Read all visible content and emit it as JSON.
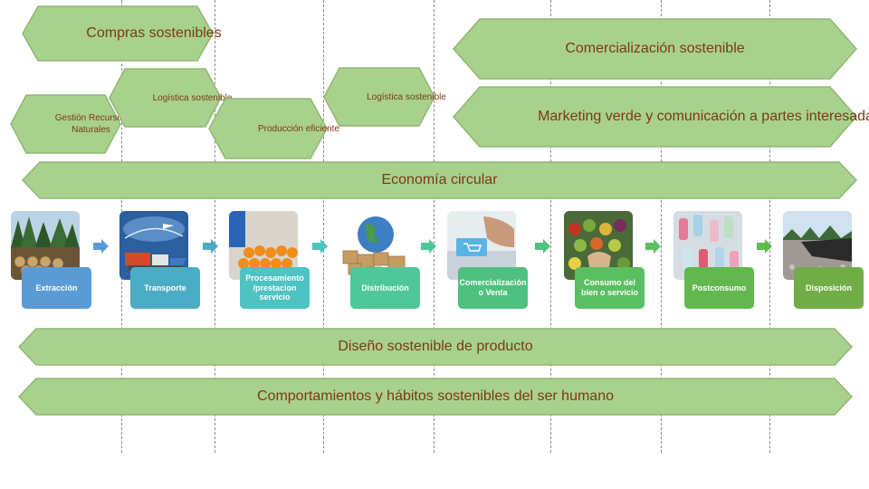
{
  "top_labels": {
    "compras": "Compras sostenibles",
    "gestion": "Gestión Recursos Naturales",
    "logistica1": "Logística sostenible",
    "produccion": "Producción eficiente",
    "logistica2": "Logística sostenible",
    "comercializacion": "Comercialización sostenible",
    "marketing": "Marketing verde y comunicación a partes interesadas",
    "economia": "Economía circular"
  },
  "stages": [
    {
      "label": "Extracción",
      "color": "#5b9bd5"
    },
    {
      "label": "Transporte",
      "color": "#4bacc6"
    },
    {
      "label": "Procesamiento /prestacion servicio",
      "color": "#4fc2c2"
    },
    {
      "label": "Distribución",
      "color": "#4ec79a"
    },
    {
      "label": "Comercialización o Venta",
      "color": "#4fc07f"
    },
    {
      "label": "Consumo del bien o servicio",
      "color": "#5abf60"
    },
    {
      "label": "Postconsumo",
      "color": "#62b84e"
    },
    {
      "label": "Disposición",
      "color": "#70ad47"
    }
  ],
  "bottom_labels": {
    "diseno": "Diseño sostenible de producto",
    "comportamientos": "Comportamientos y hábitos sostenibles del ser humano"
  },
  "colors": {
    "hex_fill": "#a9d18e",
    "hex_stroke": "#8fb873",
    "text": "#7b3a10",
    "arrow": "#4bacc6"
  }
}
